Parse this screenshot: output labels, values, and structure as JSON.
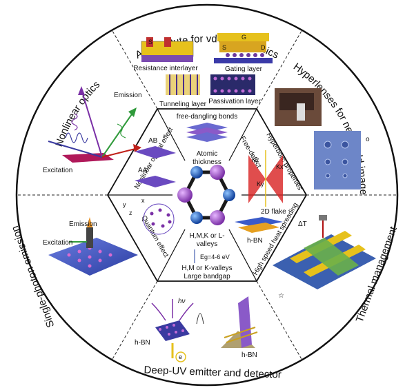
{
  "outer_sections": {
    "top": "A constitute for vdW electronics",
    "upper_right": "Hyperlenses for near-field image",
    "lower_right": "Thermal management",
    "bottom": "Deep-UV emitter and detector",
    "lower_left": "Single-photon emission",
    "upper_left": "Nonlinear optics"
  },
  "electronics": {
    "resistance": "Resistance interlayer",
    "gating": "Gating layer",
    "tunneling": "Tunneling layer",
    "passivation": "Passivation layer",
    "s_label": "S",
    "g_label": "G",
    "d_label": "D"
  },
  "nonlinear": {
    "emission": "Emission",
    "excitation": "Excitation"
  },
  "single_photon": {
    "emission": "Emission",
    "excitation": "Excitation"
  },
  "deep_uv": {
    "hbn_left": "h-BN",
    "hbn_right": "h-BN",
    "hv": "hν",
    "e": "e"
  },
  "hyperlens": {
    "o_mark": "o"
  },
  "thermal": {
    "delta_t": "ΔT",
    "star": "☆"
  },
  "inner": {
    "free_bonds": "free-dangling bonds",
    "free_defect": "Free-defect",
    "hyperbolic": "Hyperbolic properties",
    "high_speed": "High speed heat spreading",
    "nonlinear_effect": "Nonlinear optical effect",
    "quantum": "Quantum effect",
    "atomic": "Atomic",
    "thickness": "thickness",
    "ab": "AB",
    "aa": "AA'",
    "flake": "2D flake",
    "hbn": "h-BN",
    "valleys1a": "H,M,K or L-",
    "valleys1b": "valleys",
    "eg": "Eg=4-6 eV",
    "valleys2": "H,M or K-valleys",
    "bandgap": "Large bandgap",
    "kz": "Kz",
    "kx": "Kx",
    "ky": "Ky",
    "axis_x": "x",
    "axis_y": "y",
    "axis_z": "z"
  },
  "colors": {
    "purple": "#8e3fb8",
    "blue": "#1f5fbf",
    "bond": "#1a1a1a"
  }
}
